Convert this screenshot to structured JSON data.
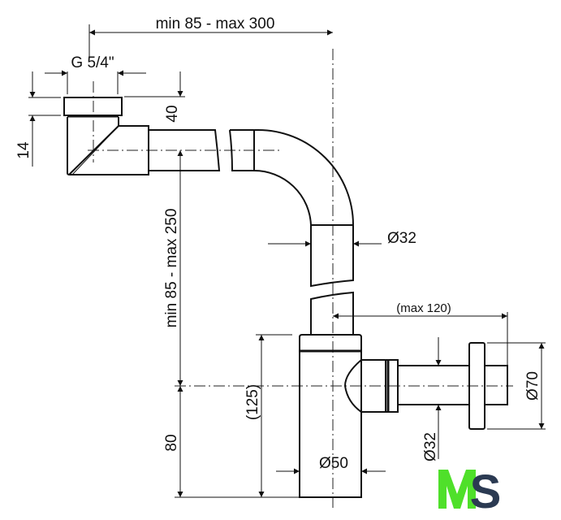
{
  "dimensions": {
    "horizontal_run": "min 85 - max 300",
    "thread": "G 5/4\"",
    "nut_height": "14",
    "top_offset": "40",
    "vertical_run": "min 85 - max 250",
    "pipe_diameter_upper": "Ø32",
    "outlet_reach": "(max 120)",
    "flange_diameter": "Ø70",
    "pipe_diameter_outlet": "Ø32",
    "bottle_height": "(125)",
    "outlet_height": "80",
    "bottle_diameter": "Ø50"
  },
  "logo": {
    "text": "MS",
    "m_color": "#4fe02a",
    "s_color": "#2b3a52"
  }
}
